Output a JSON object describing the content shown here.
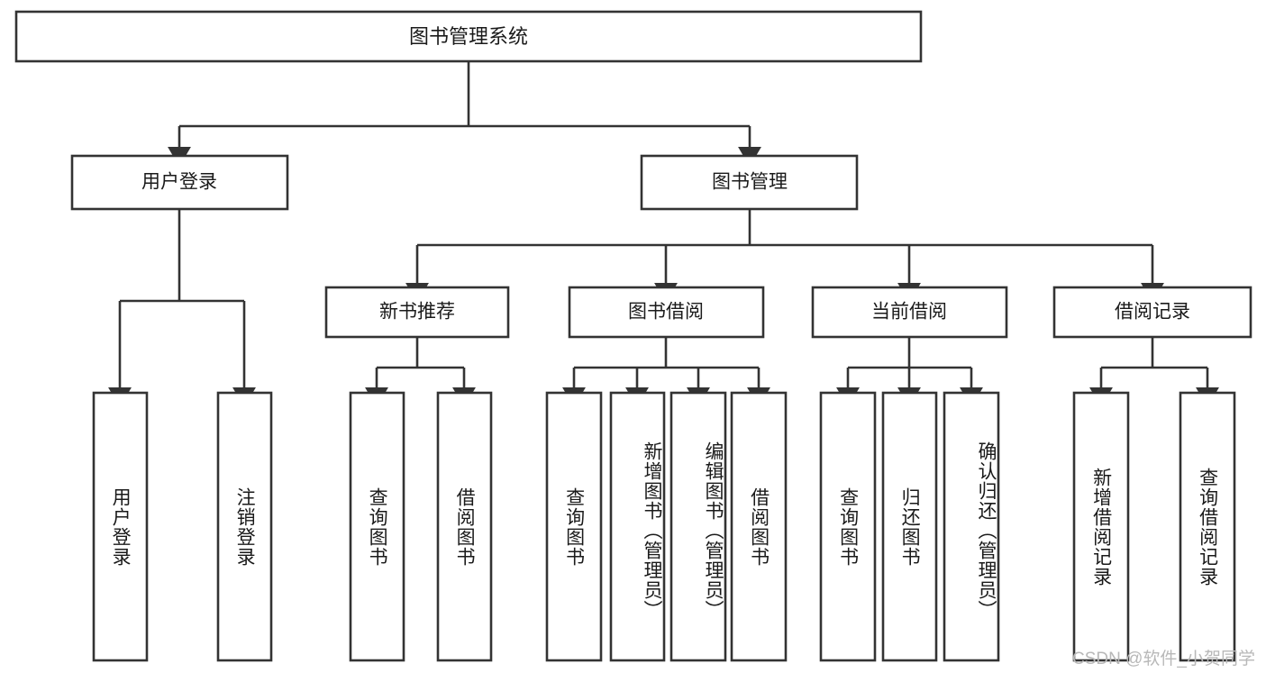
{
  "diagram": {
    "type": "tree",
    "title": "图书管理系统",
    "orientation": "top-down",
    "colors": {
      "box_stroke": "#333333",
      "box_fill": "#ffffff",
      "text": "#1a1a1a",
      "background": "#ffffff",
      "watermark": "#b8b8b8"
    },
    "root": {
      "label": "图书管理系统"
    },
    "level1": [
      {
        "label": "用户登录"
      },
      {
        "label": "图书管理"
      }
    ],
    "level2": [
      {
        "label": "新书推荐"
      },
      {
        "label": "图书借阅"
      },
      {
        "label": "当前借阅"
      },
      {
        "label": "借阅记录"
      }
    ],
    "leaves": {
      "user_login": [
        {
          "label": "用户登录"
        },
        {
          "label": "注销登录"
        }
      ],
      "new_book_recommend": [
        {
          "label": "查询图书"
        },
        {
          "label": "借阅图书"
        }
      ],
      "book_borrow": [
        {
          "label": "查询图书"
        },
        {
          "label": "新增图书（管理员）"
        },
        {
          "label": "编辑图书（管理员）"
        },
        {
          "label": "借阅图书"
        }
      ],
      "current_borrow": [
        {
          "label": "查询图书"
        },
        {
          "label": "归还图书"
        },
        {
          "label": "确认归还（管理员）"
        }
      ],
      "borrow_record": [
        {
          "label": "新增借阅记录"
        },
        {
          "label": "查询借阅记录"
        }
      ]
    }
  },
  "watermark": {
    "text": "CSDN @软件_小贺同学"
  }
}
